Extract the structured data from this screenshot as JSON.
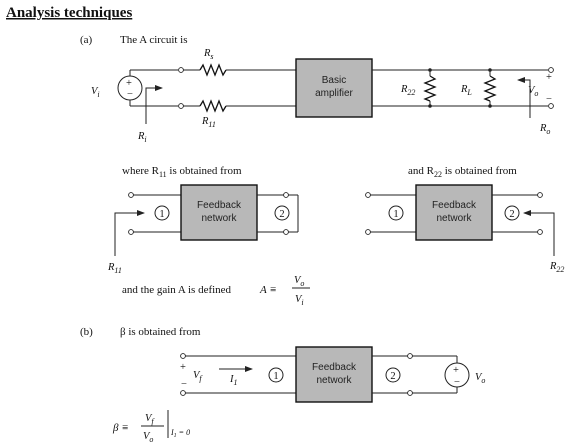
{
  "title": "Analysis techniques",
  "part_a": {
    "marker": "(a)",
    "caption": "The A circuit is",
    "source_label": "V",
    "source_sub": "i",
    "rs_label": "R",
    "rs_sub": "s",
    "r11_label": "R",
    "r11_sub": "11",
    "ri_label": "R",
    "ri_sub": "i",
    "amp_line1": "Basic",
    "amp_line2": "amplifier",
    "r22_label": "R",
    "r22_sub": "22",
    "rl_label": "R",
    "rl_sub": "L",
    "vo_label": "V",
    "vo_sub": "o",
    "ro_label": "R",
    "ro_sub": "o",
    "plus": "+",
    "minus": "−"
  },
  "r11_block": {
    "caption_pre": "where R",
    "caption_sub": "11",
    "caption_post": " is obtained from",
    "box_line1": "Feedback",
    "box_line2": "network",
    "port1": "1",
    "port2": "2",
    "side_label": "R",
    "side_sub": "11"
  },
  "r22_block": {
    "caption_pre": "and R",
    "caption_sub": "22",
    "caption_post": " is obtained from",
    "box_line1": "Feedback",
    "box_line2": "network",
    "port1": "1",
    "port2": "2",
    "side_label": "R",
    "side_sub": "22"
  },
  "gain_def": {
    "text": "and the gain A is defined",
    "lhs": "A ≡",
    "num": "V",
    "num_sub": "o",
    "den": "V",
    "den_sub": "i"
  },
  "part_b": {
    "marker": "(b)",
    "caption": "β is obtained from",
    "vf_label": "V",
    "vf_sub": "f",
    "i1_label": "I",
    "i1_sub": "1",
    "port1": "1",
    "port2": "2",
    "box_line1": "Feedback",
    "box_line2": "network",
    "vo_label": "V",
    "vo_sub": "o",
    "plus": "+",
    "minus": "−"
  },
  "beta_def": {
    "lhs": "β ≡",
    "num": "V",
    "num_sub": "f",
    "den": "V",
    "den_sub": "o",
    "cond": "I",
    "cond_sub": "1",
    "cond_val": " = 0"
  }
}
